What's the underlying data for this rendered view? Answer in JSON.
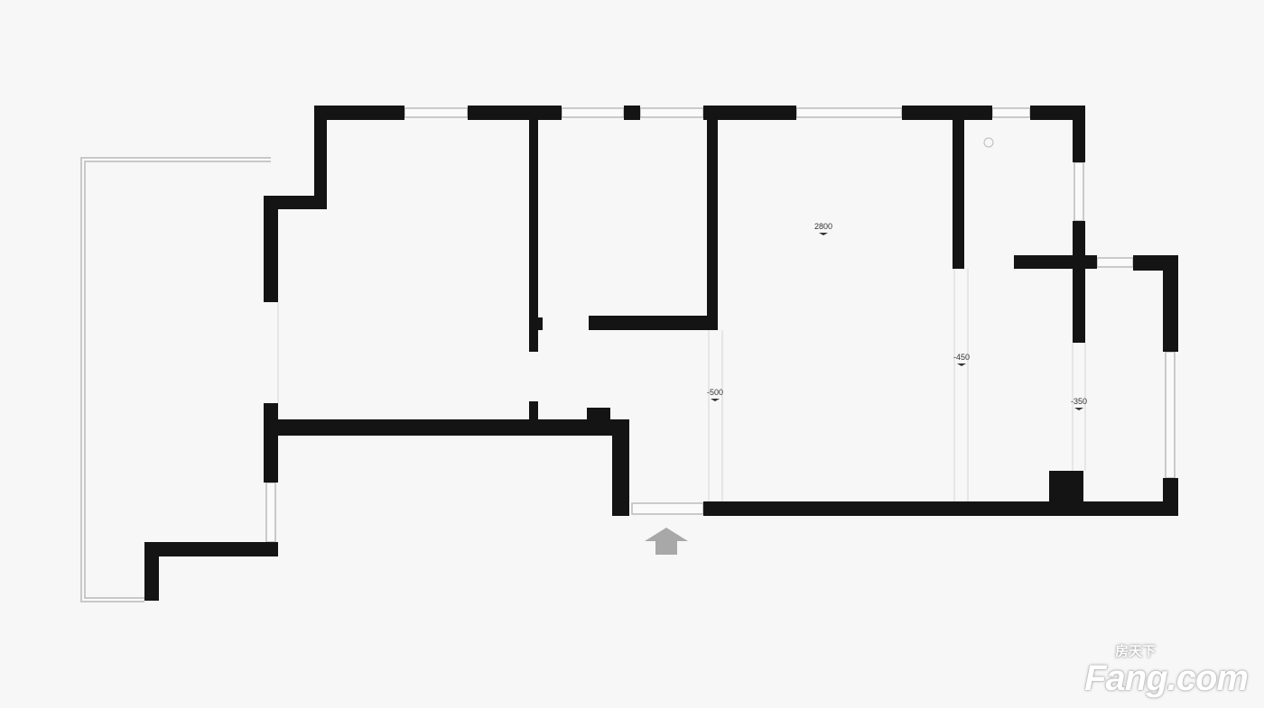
{
  "plan": {
    "dimensions": [
      {
        "id": "ceiling-main",
        "text": "2800"
      },
      {
        "id": "level-a",
        "text": "-500"
      },
      {
        "id": "level-b",
        "text": "-450"
      },
      {
        "id": "level-c",
        "text": "-350"
      }
    ],
    "entrance_arrow_color": "#a8a8a8",
    "wall_color": "#141414"
  },
  "watermark": {
    "brand": "Fang.com",
    "chinese": "房天下"
  }
}
